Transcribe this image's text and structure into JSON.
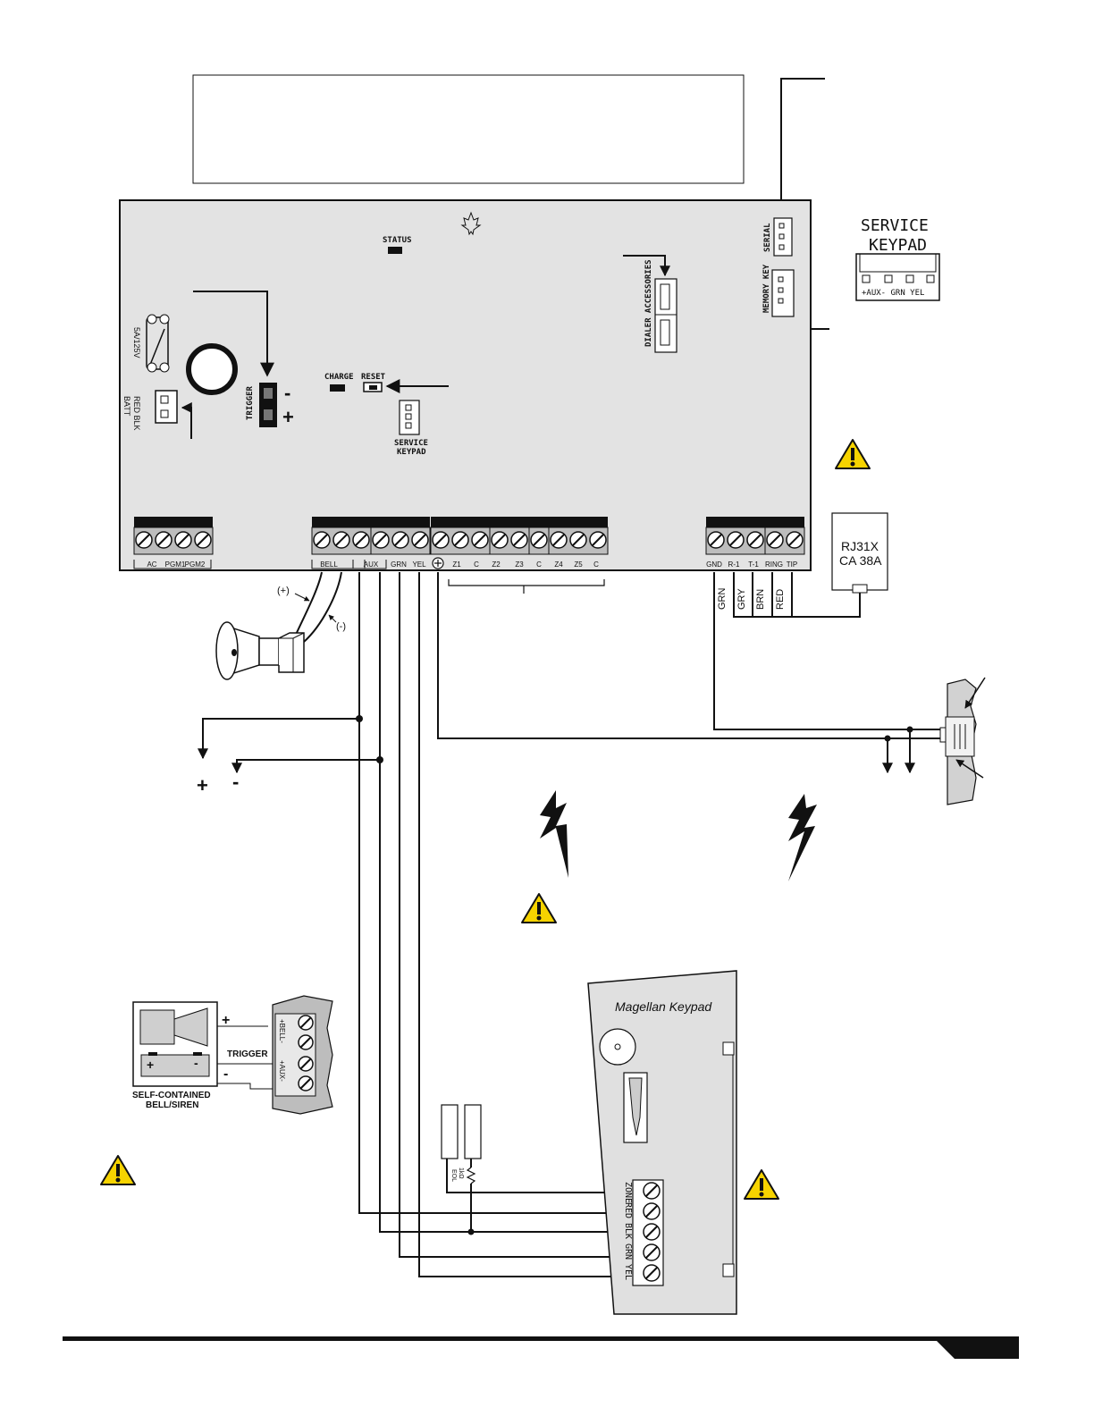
{
  "board": {
    "status": "STATUS",
    "trigger": "TRIGGER",
    "charge": "CHARGE",
    "reset": "RESET",
    "service_keypad": [
      "SERVICE",
      "KEYPAD"
    ],
    "dialer_accessories": "DIALER ACCESSORIES",
    "serial": "SERIAL",
    "memory_key": "MEMORY KEY",
    "fuse": "5A/125V",
    "batt": "BATT",
    "batt_colors": "RED BLK",
    "trigger_minus": "-",
    "trigger_plus": "+"
  },
  "terminals": {
    "group1": [
      "AC",
      "PGM1",
      "PGM2"
    ],
    "group2": [
      "BELL",
      "AUX",
      "GRN",
      "YEL",
      "Z1",
      "C",
      "Z2",
      "Z3",
      "C",
      "Z4",
      "Z5",
      "C"
    ],
    "group3": [
      "GND",
      "R-1",
      "T-1",
      "RING",
      "TIP"
    ]
  },
  "service_keypad_box": {
    "title": [
      "SERVICE",
      "KEYPAD"
    ],
    "pins": "+AUX-  GRN YEL"
  },
  "phone": {
    "jack": [
      "RJ31X",
      "CA 38A"
    ],
    "wires": [
      "GRN",
      "GRY",
      "BRN",
      "RED"
    ]
  },
  "bell_wires": {
    "plus": "(+)",
    "minus": "(-)"
  },
  "aux_out": {
    "plus": "+",
    "minus": "-"
  },
  "siren": {
    "label": [
      "SELF-CONTAINED",
      "BELL/SIREN"
    ],
    "trigger": "TRIGGER",
    "plus": "+",
    "minus": "-",
    "bat_plus": "+",
    "bat_minus": "-",
    "terminal_labels": [
      "+BELL-",
      "+AUX-"
    ]
  },
  "keypad": {
    "title": "Magellan  Keypad",
    "terminals": [
      "ZONE",
      "RED",
      "BLK",
      "GRN",
      "YEL"
    ],
    "eol": "EOL",
    "resistor": "1kΩ"
  },
  "colors": {
    "board": "#e3e3e3",
    "terminal": "#bdbdbd",
    "warning": "#f6d300",
    "wire": "#111111"
  },
  "icons": [
    "maple-leaf-icon",
    "warning-icon",
    "lightning-icon",
    "horn-speaker-icon"
  ]
}
